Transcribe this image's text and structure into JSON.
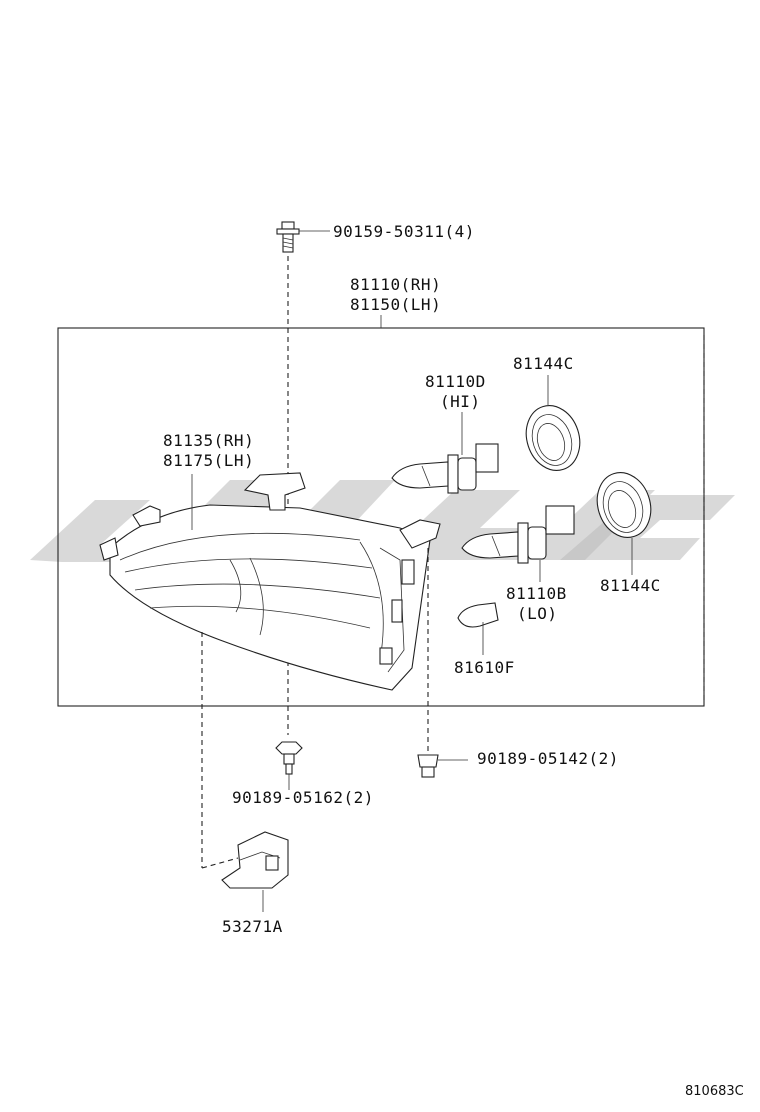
{
  "labels": {
    "bolt_top": "90159-50311(4)",
    "assembly_rh": "81110(RH)",
    "assembly_lh": "81150(LH)",
    "bulb_hi_part": "81110D",
    "bulb_hi_note": "(HI)",
    "cap_top": "81144C",
    "lens_rh": "81135(RH)",
    "lens_lh": "81175(LH)",
    "bulb_lo_part": "81110B",
    "bulb_lo_note": "(LO)",
    "cap_bottom": "81144C",
    "side_bulb": "81610F",
    "screw_right": "90189-05142(2)",
    "screw_bottom": "90189-05162(2)",
    "bracket": "53271A"
  },
  "diagram_ref": "810683C",
  "icons": {
    "watermark": "brand-watermark-logo",
    "bolt": "flanged-bolt-icon",
    "screw": "screw-icon"
  },
  "colors": {
    "line": "#222222",
    "watermark": "#b9b9b9",
    "background": "#ffffff"
  }
}
